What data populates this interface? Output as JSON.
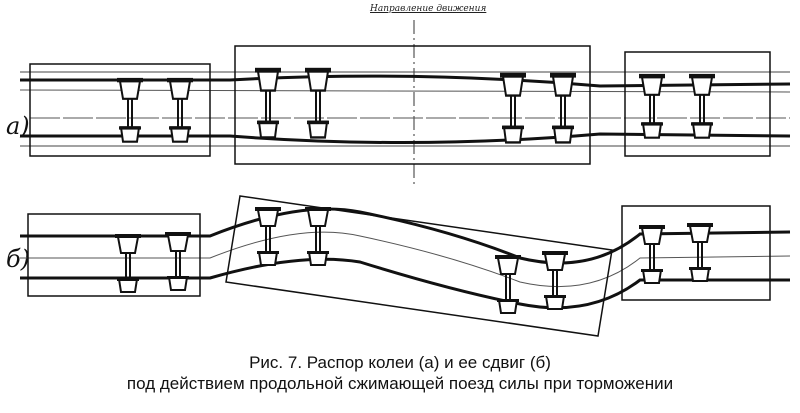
{
  "heading": "Направление движения",
  "label_a": "а)",
  "label_b": "б)",
  "caption": {
    "line1": "Рис. 7. Распор колеи (а) и ее сдвиг (б)",
    "line2": "под действием продольной сжимающей поезд силы при торможении"
  }
}
